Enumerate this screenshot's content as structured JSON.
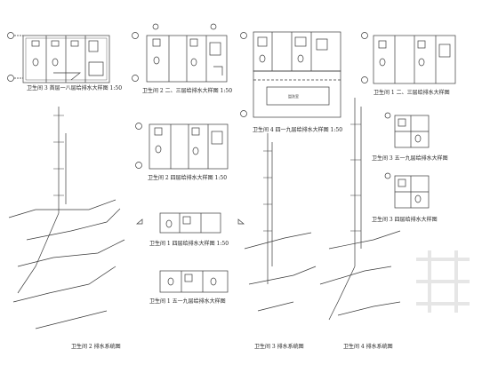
{
  "captions": {
    "p1": "卫生间 3 首层一八层给排水大样图  1:50",
    "p2": "卫生间 2 二、三层给排水大样图  1:50",
    "p3": "卫生间 4 四一九层给排水大样图  1:50",
    "p4": "卫生间 1  二、三层给排水大样图",
    "p5": "卫生间 2 四层给排水大样图  1:50",
    "p6": "卫生间 3 五一九层给排水大样图",
    "p7": "卫生间 3 四层给排水大样图",
    "p8": "卫生间 1 四层给排水大样图  1:50",
    "p9": "卫生间 1 五一九层给排水大样图",
    "s1": "卫生间 2 排水系统图",
    "s2": "卫生间 3 排水系统图",
    "s3": "卫生间 4 排水系统图"
  },
  "room_label": "盥洗室",
  "colors": {
    "line": "#3a3a3a",
    "bg": "#ffffff"
  }
}
